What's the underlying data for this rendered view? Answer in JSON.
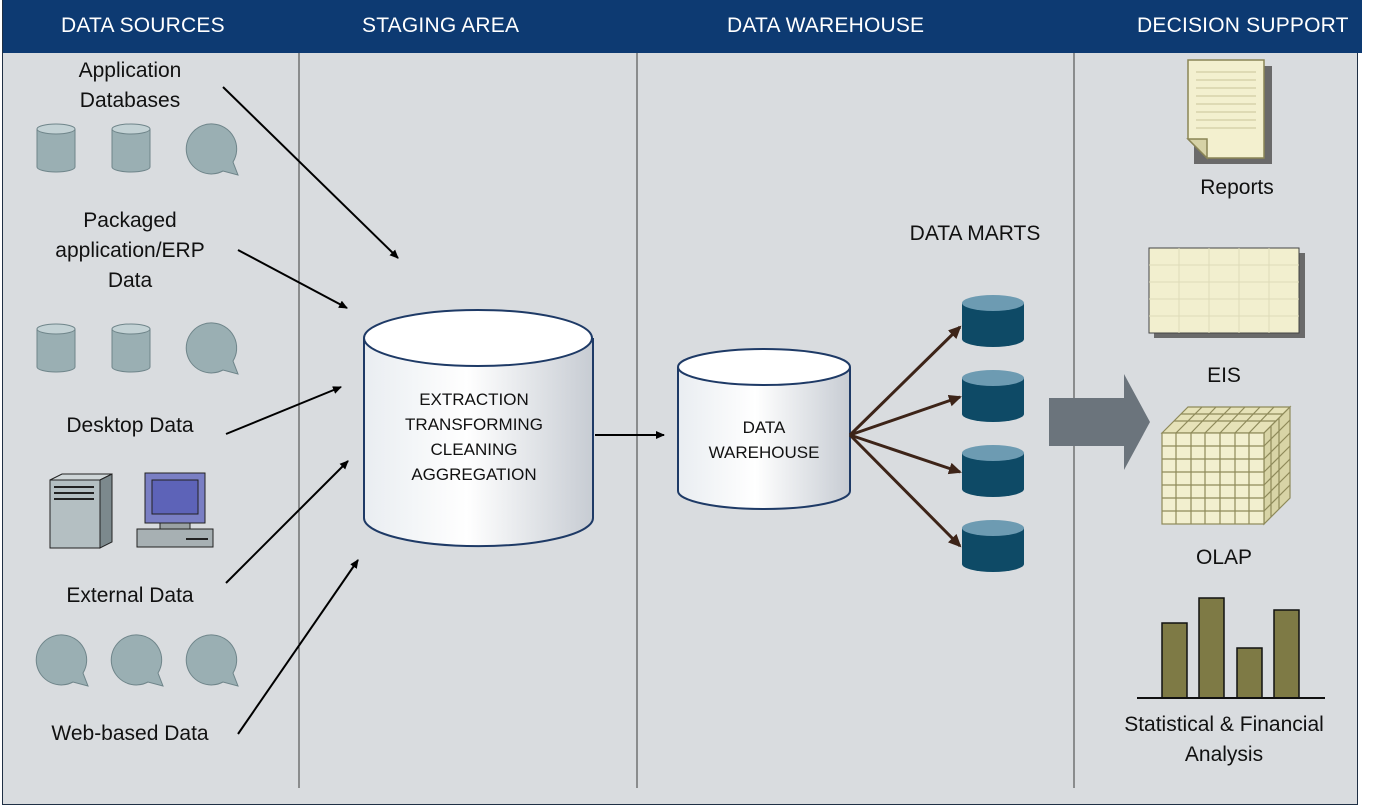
{
  "header": {
    "columns": [
      "DATA SOURCES",
      "STAGING AREA",
      "DATA WAREHOUSE",
      "DECISION SUPPORT"
    ]
  },
  "sources": {
    "application_databases": "Application\nDatabases",
    "packaged_erp": "Packaged\napplication/ERP\nData",
    "desktop": "Desktop Data",
    "external": "External Data",
    "web_based": "Web-based Data"
  },
  "staging": {
    "cylinder_text": "EXTRACTION\nTRANSFORMING\nCLEANING\nAGGREGATION"
  },
  "warehouse": {
    "cylinder_text": "DATA\nWAREHOUSE",
    "marts_label": "DATA MARTS"
  },
  "decision_support": {
    "reports": "Reports",
    "eis": "EIS",
    "olap": "OLAP",
    "statistical": "Statistical & Financial\nAnalysis"
  },
  "colors": {
    "header_bg": "#0d3a72",
    "panel_bg": "#d9dcdf",
    "source_icon": "#9aafb3",
    "mart_dark": "#0e4a66",
    "mart_top": "#6d9bb2",
    "arrow_brown": "#3d2418",
    "bar_fill": "#7e7a45",
    "doc_fill": "#f3f0cf",
    "big_arrow": "#6b747c"
  }
}
